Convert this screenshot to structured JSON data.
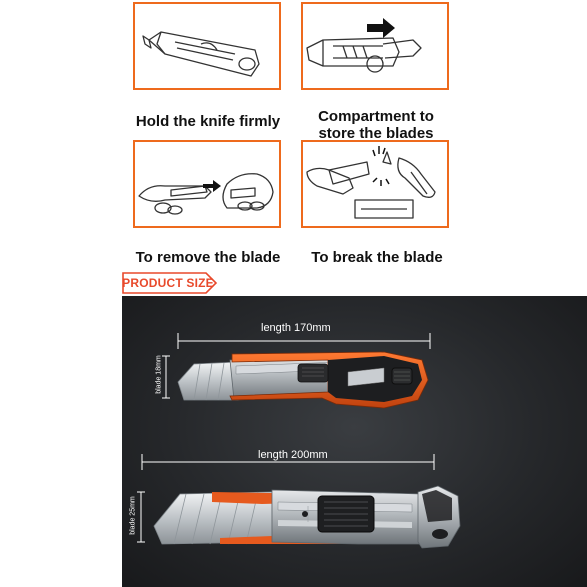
{
  "instructions": {
    "step1": "Hold the knife firmly",
    "step2_line1": "Compartment to",
    "step2_line2": "store the blades",
    "step3": "To remove the blade",
    "step4": "To break the blade"
  },
  "product_size": {
    "tag": "PRODUCT SIZE",
    "knife1": {
      "length": "length 170mm",
      "blade": "blade 18mm"
    },
    "knife2": {
      "length": "length 200mm",
      "blade": "blade 25mm"
    }
  },
  "colors": {
    "accent": "#ee6a1d",
    "tag_red": "#e8492b",
    "photo_bg": "#26282b",
    "handle_orange": "#e65a1e"
  }
}
